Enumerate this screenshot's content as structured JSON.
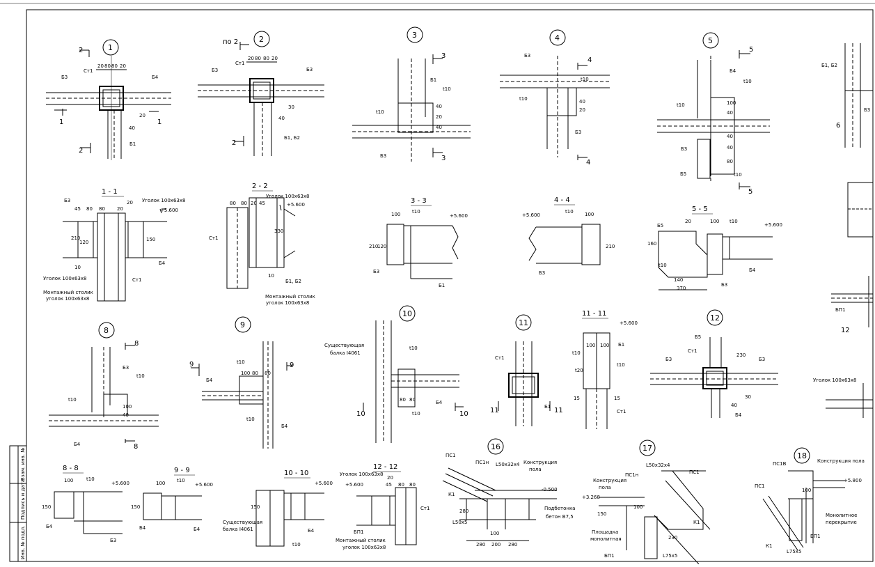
{
  "stamp": {
    "cells": [
      "Взам. инв. №",
      "Подпись и дата",
      "Инв. № подл."
    ]
  },
  "nodes": {
    "n1": {
      "num": "1",
      "cut": "2",
      "cut_b": "2",
      "cut_side": "1",
      "cut_side_b": "1",
      "col": "Ст1",
      "b3": "Б3",
      "b4": "Б4",
      "b1": "Б1",
      "d1": "20",
      "d2": "80",
      "d3": "80",
      "d4": "20",
      "v1": "20",
      "v2": "40"
    },
    "n2": {
      "num": "2",
      "cut": "по 2",
      "cut_b": "2",
      "col": "Ст1",
      "b3a": "Б3",
      "b3b": "Б3",
      "b12": "Б1, Б2",
      "d1": "20",
      "d2": "80",
      "d3": "80",
      "d4": "20",
      "v1": "30",
      "v2": "40"
    },
    "n3": {
      "num": "3",
      "cut": "3",
      "cut_b": "3",
      "b1": "Б1",
      "b3": "Б3",
      "t10a": "t10",
      "t10b": "t10",
      "v1": "40",
      "v2": "20",
      "v3": "40"
    },
    "n4": {
      "num": "4",
      "cut": "4",
      "cut_b": "4",
      "b3a": "Б3",
      "b3b": "Б3",
      "t10a": "t10",
      "t10b": "t10",
      "v1": "40",
      "v2": "20"
    },
    "n5": {
      "num": "5",
      "cut": "5",
      "cut_b": "5",
      "b4": "Б4",
      "b3": "Б3",
      "b5": "Б5",
      "t10a": "t10",
      "t10b": "t10",
      "t10c": "t10",
      "v1": "100",
      "v2": "40",
      "v3": "40",
      "v4": "40",
      "v5": "80"
    },
    "n6": {
      "b12": "Б1, Б2",
      "b3": "Б3",
      "cut": "6"
    },
    "s11": {
      "title": "1 - 1",
      "label1": "Уголок 100х63х8",
      "label2": "Уголок 100х63х8",
      "label3": "Монтажный столик",
      "label4": "уголок 100х63х8",
      "col": "Ст1",
      "b3": "Б3",
      "b4": "Б4",
      "lvl": "+5.600",
      "d1": "45",
      "d2": "80",
      "d3": "80",
      "d4": "20",
      "d5": "20",
      "v1": "210",
      "v2": "120",
      "v3": "150",
      "v4": "10"
    },
    "s22": {
      "title": "2 - 2",
      "label1": "Уголок 100х63х8",
      "label3": "Монтажный столик",
      "label4": "уголок 100х63х8",
      "col": "Ст1",
      "b12": "Б1, Б2",
      "lvl": "+5.600",
      "d1": "80",
      "d2": "80",
      "d3": "20",
      "d4": "45",
      "v1": "330",
      "v2": "10"
    },
    "s33": {
      "title": "3 - 3",
      "b3": "Б3",
      "b1": "Б1",
      "lvl": "+5.600",
      "t10": "t10",
      "d1": "100",
      "v1": "210",
      "v2": "120"
    },
    "s44": {
      "title": "4 - 4",
      "b3": "Б3",
      "lvl": "+5.600",
      "t10": "t10",
      "d1": "100",
      "v1": "210"
    },
    "s55": {
      "title": "5 - 5",
      "b5": "Б5",
      "b3": "Б3",
      "b4": "Б4",
      "lvl": "+5.600",
      "t10a": "t10",
      "t10b": "t10",
      "d1": "20",
      "d2": "100",
      "d3": "140",
      "d4": "370",
      "v1": "160"
    },
    "s8": {
      "num": "8",
      "cut": "8",
      "cut_b": "8",
      "b3": "Б3",
      "b4": "Б4",
      "t10a": "t10",
      "t10b": "t10",
      "v1": "100",
      "v2": "40"
    },
    "s9": {
      "num": "9",
      "cut": "9",
      "cut_b": "9",
      "b4a": "Б4",
      "b4b": "Б4",
      "t10a": "t10",
      "t10b": "t10",
      "d1": "100",
      "d2": "80",
      "d3": "80"
    },
    "s10": {
      "num": "10",
      "cut": "10",
      "cut_b": "10",
      "label": "Существующая",
      "label2": "балка I4061",
      "b4": "Б4",
      "t10a": "t10",
      "t10b": "t10",
      "d1": "80",
      "d2": "80"
    },
    "s11n": {
      "num": "11",
      "cut": "11",
      "cut_b": "11",
      "col": "Ст1",
      "b1": "Б1"
    },
    "s1111": {
      "title": "11 - 11",
      "lvl": "+5.600",
      "b1": "Б1",
      "col": "Ст1",
      "t10a": "t10",
      "t10b": "t10",
      "t20": "t20",
      "d1": "100",
      "d2": "100",
      "d3": "15",
      "d4": "15"
    },
    "s12": {
      "num": "12",
      "col": "Ст1",
      "b3a": "Б3",
      "b3b": "Б3",
      "b5": "Б5",
      "b4": "Б4",
      "v1": "230",
      "v2": "30",
      "v3": "40"
    },
    "s13": {
      "label": "Уголок 100х63х8",
      "bp": "БП1",
      "cut": "12"
    },
    "s88": {
      "title": "8 - 8",
      "b4": "Б4",
      "b3": "Б3",
      "lvl": "+5.600",
      "t10": "t10",
      "d1": "100",
      "v1": "150"
    },
    "s99": {
      "title": "9 - 9",
      "b4a": "Б4",
      "b4b": "Б4",
      "lvl": "+5.600",
      "t10": "t10",
      "d1": "100",
      "v1": "150"
    },
    "s1010": {
      "title": "10 - 10",
      "label": "Существующая",
      "label2": "балка I4061",
      "b4": "Б4",
      "lvl": "+5.600",
      "t10": "t10",
      "v1": "150"
    },
    "s1212": {
      "title": "12 - 12",
      "label1": "Уголок 100х63х8",
      "label3": "Монтажный столик",
      "label4": "уголок 100х63х8",
      "col": "Ст1",
      "bp": "БП1",
      "lvl": "+5.600",
      "d1": "20",
      "d2": "45",
      "d3": "80",
      "d4": "80"
    },
    "s16": {
      "num": "16",
      "ps1": "ПС1",
      "ps1b": "ПС1н",
      "ang": "L50х32х4",
      "konstr": "Конструкция",
      "pola": "пола",
      "k1": "К1",
      "bet1": "Подбетонка",
      "bet2": "бетон В7,5",
      "ang2": "L50х5",
      "lvl": "-0.500",
      "d1": "280",
      "d2": "200",
      "d3": "280",
      "d4": "100",
      "v1": "280"
    },
    "s17": {
      "num": "17",
      "ps1": "ПС1",
      "ps1b": "ПС1н",
      "ang": "L50х32х4",
      "konstr": "Конструкция",
      "pola": "пола",
      "k1": "К1",
      "pl1": "Площадка",
      "pl2": "монолитная",
      "bp": "БП1",
      "ang2": "L75х5",
      "lvl": "+3.268",
      "d1": "100",
      "v1": "150",
      "v2": "230"
    },
    "s18": {
      "num": "18",
      "ps1": "ПС1",
      "ps1b": "ПС1В",
      "konstr": "Конструкция пола",
      "k1": "К1",
      "mon1": "Монолитное",
      "mon2": "перекрытие",
      "bp": "БП1",
      "ang2": "L75х5",
      "lvl": "+5.800",
      "d1": "100"
    }
  }
}
